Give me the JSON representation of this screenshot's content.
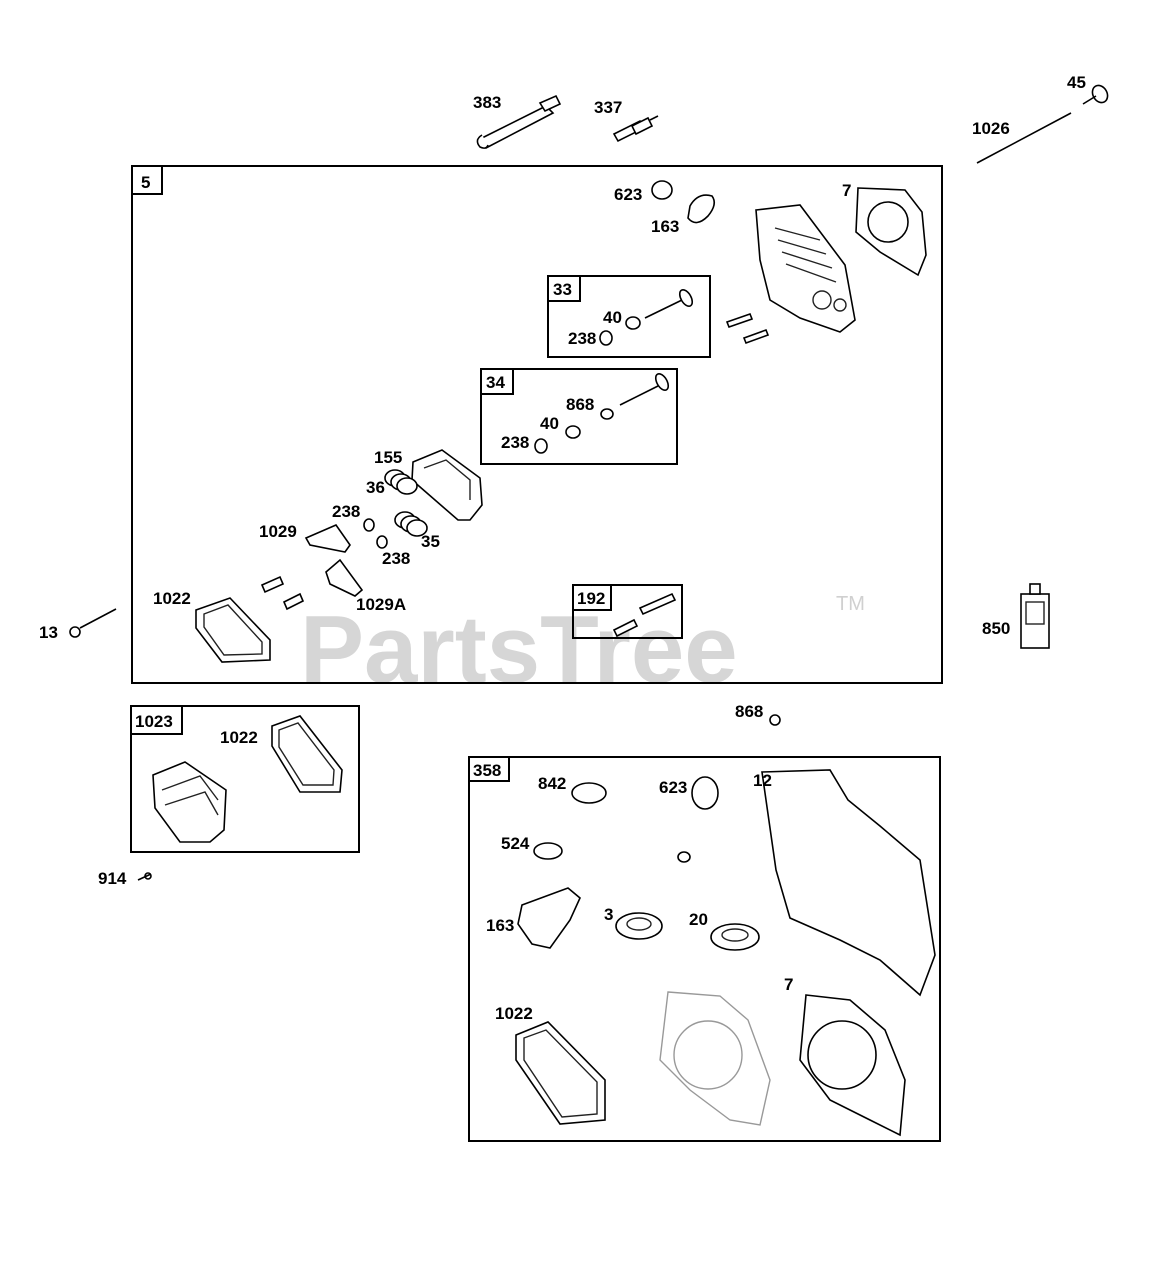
{
  "watermark": {
    "text": "PartsTree",
    "tm": "TM"
  },
  "boxes": {
    "b5": "5",
    "b33": "33",
    "b34": "34",
    "b192": "192",
    "b1023": "1023",
    "b358": "358"
  },
  "labels": {
    "l383": "383",
    "l337": "337",
    "l45": "45",
    "l1026": "1026",
    "l623a": "623",
    "l163a": "163",
    "l7a": "7",
    "l40a": "40",
    "l238a": "238",
    "l868a": "868",
    "l40b": "40",
    "l238b": "238",
    "l155": "155",
    "l36": "36",
    "l238c": "238",
    "l1029": "1029",
    "l35": "35",
    "l238d": "238",
    "l1022a": "1022",
    "l1029A": "1029A",
    "l13": "13",
    "l850": "850",
    "l868b": "868",
    "l1022b": "1022",
    "l914": "914",
    "l842": "842",
    "l623b": "623",
    "l12": "12",
    "l524": "524",
    "l163b": "163",
    "l3": "3",
    "l20": "20",
    "l7b": "7",
    "l1022c": "1022"
  }
}
